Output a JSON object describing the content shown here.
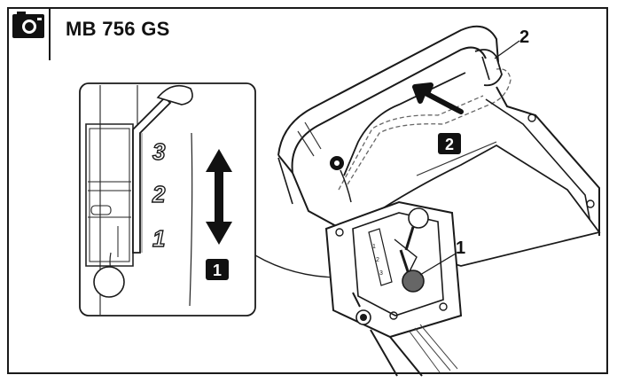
{
  "header": {
    "title": "MB 756 GS",
    "icon": "camera-icon"
  },
  "inset": {
    "positions": [
      "3",
      "2",
      "1"
    ],
    "step_badge": "1"
  },
  "main": {
    "step_badge": "2",
    "callouts": [
      "1",
      "2"
    ]
  }
}
